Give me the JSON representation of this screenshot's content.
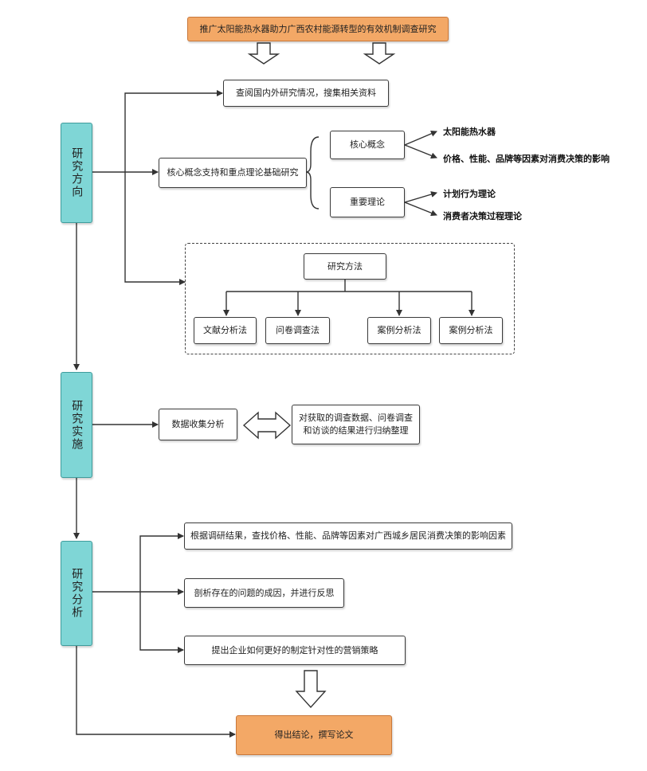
{
  "title": "推广太阳能热水器助力广西农村能源转型的有效机制调查研究",
  "stages": {
    "direction": "研究方向",
    "implementation": "研究实施",
    "analysis": "研究分析"
  },
  "direction": {
    "review": "查阅国内外研究情况，搜集相关资料",
    "core_study": "核心概念支持和重点理论基础研究",
    "core_concept": "核心概念",
    "important_theory": "重要理论",
    "concept_items": [
      "太阳能热水器",
      "价格、性能、品牌等因素对消费决策的影响"
    ],
    "theory_items": [
      "计划行为理论",
      "消费者决策过程理论"
    ],
    "methods_title": "研究方法",
    "methods": [
      "文献分析法",
      "问卷调查法",
      "案例分析法",
      "案例分析法"
    ]
  },
  "implementation": {
    "collect": "数据收集分析",
    "organize": "对获取的调查数据、问卷调查和访谈的结果进行归纳整理"
  },
  "analysis": {
    "factors": "根据调研结果，查找价格、性能、品牌等因素对广西城乡居民消费决策的影响因素",
    "causes": "剖析存在的问题的成因，并进行反思",
    "strategy": "提出企业如何更好的制定针对性的营销策略"
  },
  "conclusion": "得出结论，撰写论文",
  "colors": {
    "accent_orange": "#f3a866",
    "accent_teal": "#7fd6d6"
  }
}
